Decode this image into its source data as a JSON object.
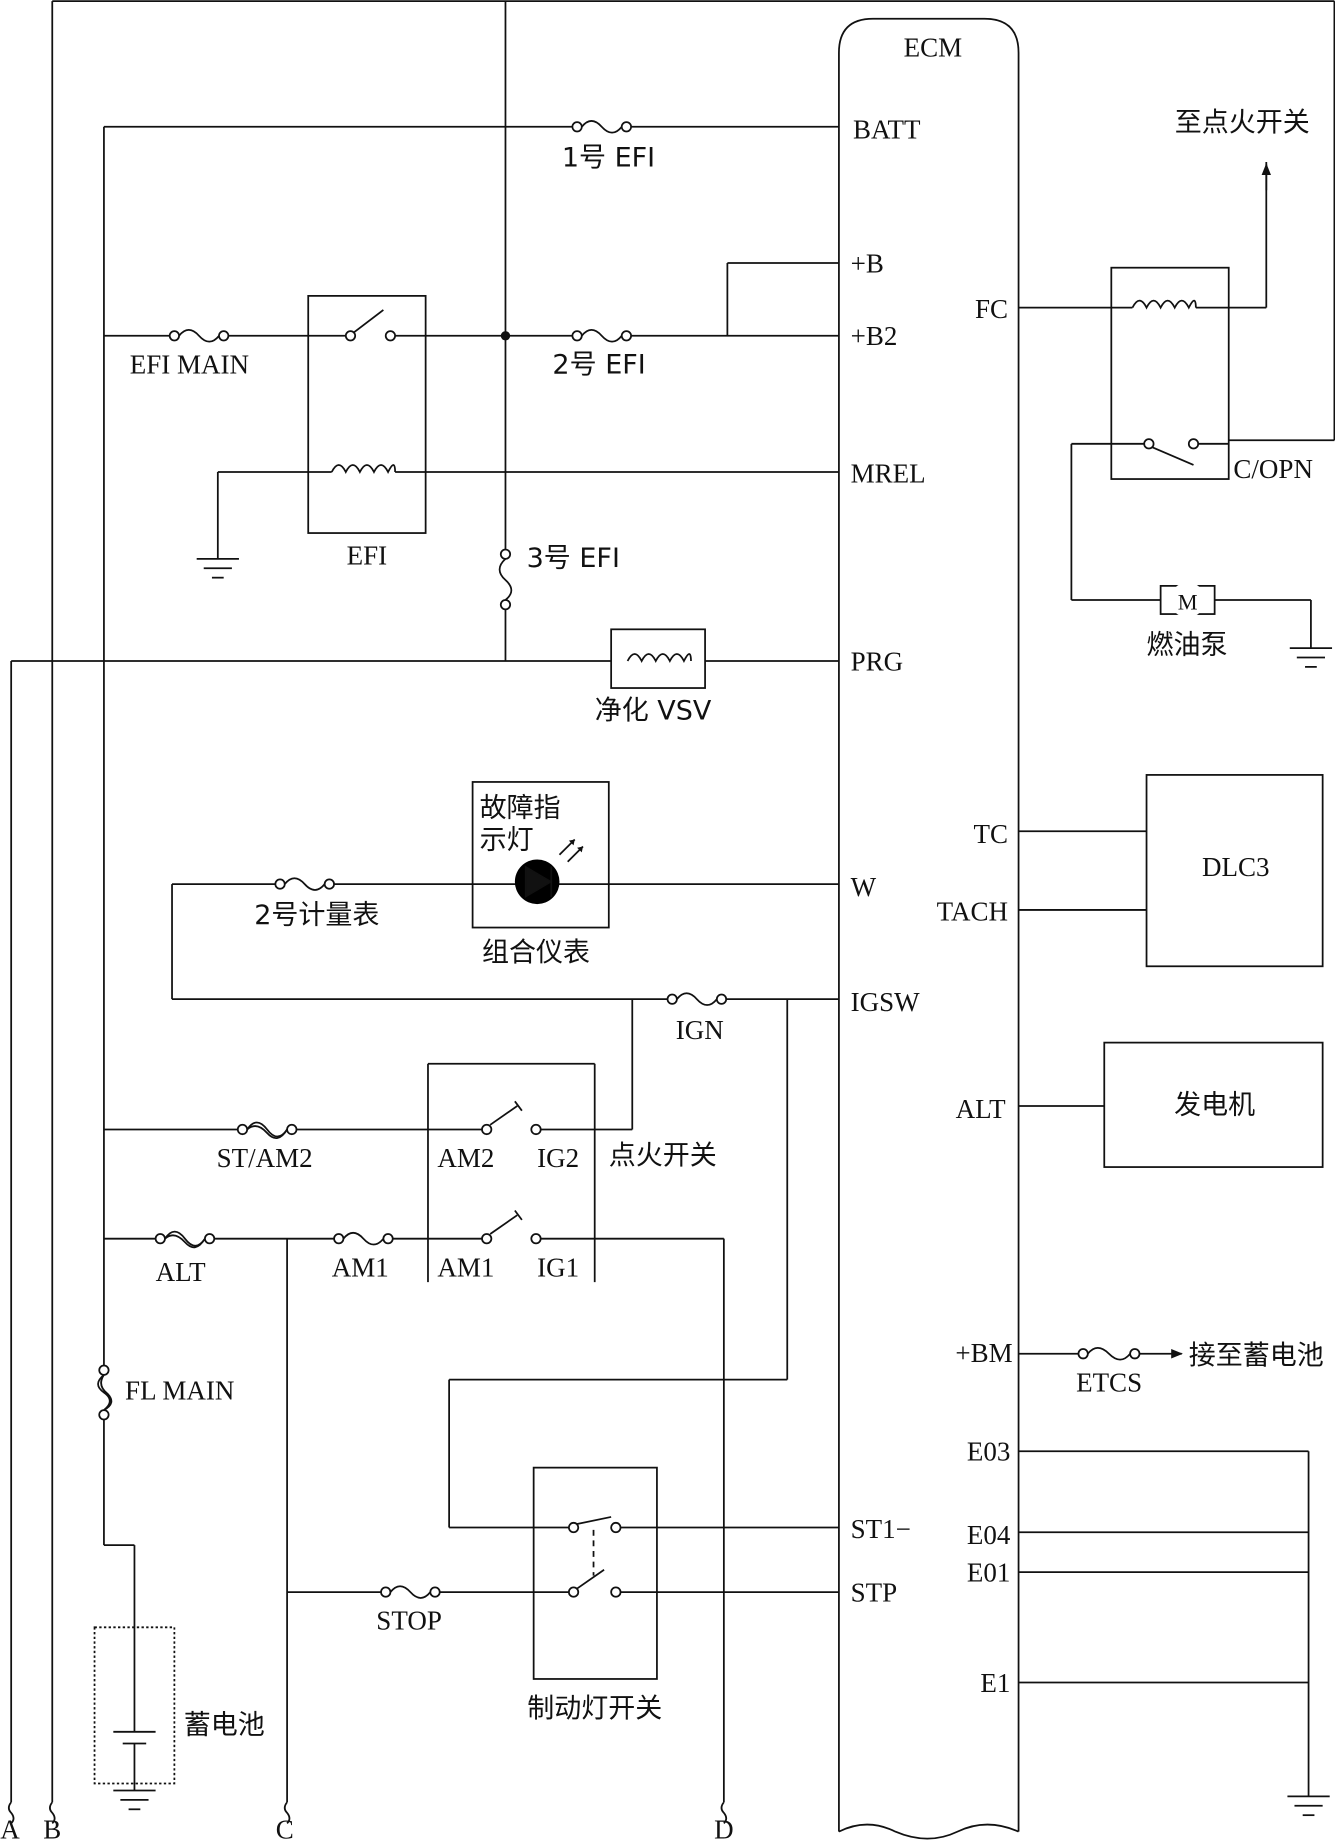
{
  "ecm": {
    "title": "ECM"
  },
  "ecm_pins": {
    "batt": "BATT",
    "b": "+B",
    "b2": "+B2",
    "mrel": "MREL",
    "prg": "PRG",
    "w": "W",
    "igsw": "IGSW",
    "st1": "ST1−",
    "stp": "STP",
    "fc": "FC",
    "tc": "TC",
    "tach": "TACH",
    "alt": "ALT",
    "bm": "+BM",
    "e03": "E03",
    "e04": "E04",
    "e01": "E01",
    "e1": "E1"
  },
  "fuses": {
    "efi1": "1号  EFI",
    "efi_main": "EFI MAIN",
    "efi2": "2号  EFI",
    "efi3": "3号  EFI",
    "gauge2": "2号计量表",
    "ign": "IGN",
    "st_am2": "ST/AM2",
    "alt": "ALT",
    "am1": "AM1",
    "fl_main": "FL MAIN",
    "stop": "STOP",
    "etcs": "ETCS"
  },
  "components": {
    "efi_relay": "EFI",
    "purge_vsv": "净化  VSV",
    "mil_line1": "故障指",
    "mil_line2": "示灯",
    "combination_meter": "组合仪表",
    "ignition_switch": "点火开关",
    "brake_light_switch": "制动灯开关",
    "battery": "蓄电池",
    "circuit_opening_relay": "C/OPN",
    "fuel_pump": "燃油泵",
    "motor_symbol": "M",
    "dlc3": "DLC3",
    "alternator": "发电机",
    "to_ignition_switch": "至点火开关",
    "to_battery": "接至蓄电池"
  },
  "switch_terminals": {
    "am2": "AM2",
    "ig2": "IG2",
    "am1": "AM1",
    "ig1": "IG1"
  },
  "break_labels": {
    "a": "A",
    "b": "B",
    "c": "C",
    "d": "D"
  }
}
